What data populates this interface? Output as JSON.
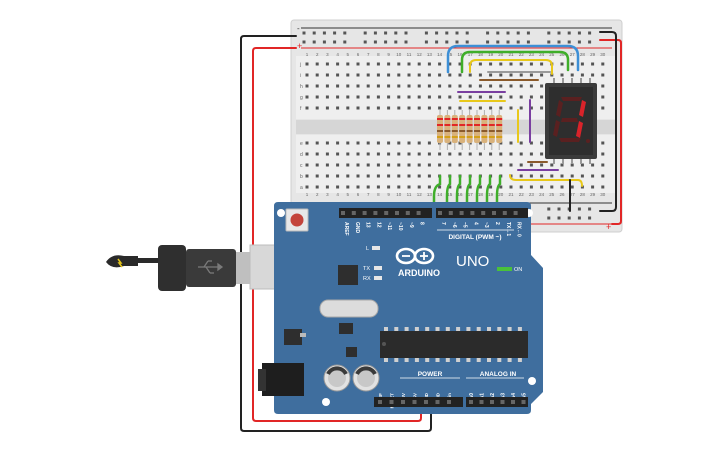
{
  "breadboard": {
    "plus_label": "+",
    "minus_label": "-",
    "row_letters_top": [
      "j",
      "i",
      "h",
      "g",
      "f"
    ],
    "row_letters_bottom": [
      "e",
      "d",
      "c",
      "b",
      "a"
    ],
    "column_numbers": [
      "1",
      "2",
      "3",
      "4",
      "5",
      "6",
      "7",
      "8",
      "9",
      "10",
      "11",
      "12",
      "13",
      "14",
      "15",
      "16",
      "17",
      "18",
      "19",
      "20",
      "21",
      "22",
      "23",
      "24",
      "25",
      "26",
      "27",
      "28",
      "29",
      "30"
    ]
  },
  "seven_segment": {
    "display_digit": "1"
  },
  "arduino": {
    "brand": "ARDUINO",
    "model": "UNO",
    "on_label": "ON",
    "l_label": "L",
    "tx_label": "TX",
    "rx_label": "RX",
    "digital_label": "DIGITAL (PWM ~)",
    "power_label": "POWER",
    "analog_label": "ANALOG IN",
    "digital_pins": [
      "AREF",
      "GND",
      "13",
      "12",
      "~11",
      "~10",
      "~9",
      "8",
      "7",
      "~6",
      "~5",
      "4",
      "~3",
      "2",
      "TX→1",
      "RX←0"
    ],
    "power_pins": [
      "IOREF",
      "RESET",
      "3.3V",
      "5V",
      "GND",
      "GND",
      "Vin"
    ],
    "analog_pins": [
      "A0",
      "A1",
      "A2",
      "A3",
      "A4",
      "A5"
    ]
  },
  "colors": {
    "board_blue": "#3f6e9e",
    "wire_red": "#e12626",
    "wire_black": "#222222",
    "wire_green": "#3fae2a",
    "wire_blue": "#3d8fd6",
    "wire_yellow": "#e8c81a",
    "wire_purple": "#7a3fa0",
    "breadboard": "#e4e4e4",
    "segment_on": "#d9232a"
  }
}
